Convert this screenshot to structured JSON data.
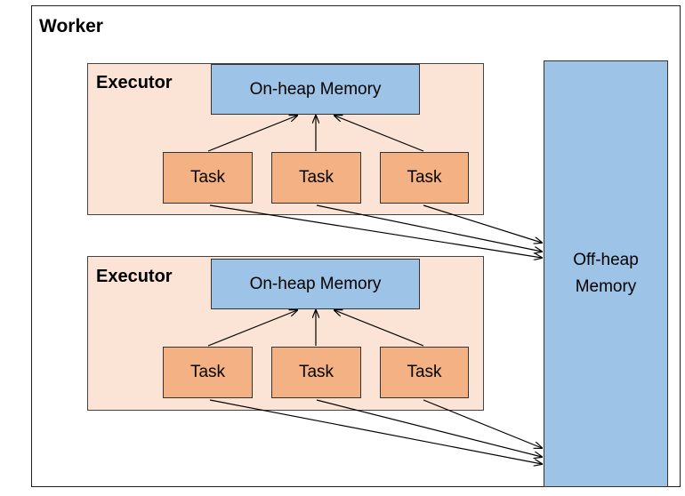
{
  "worker": {
    "label": "Worker"
  },
  "executors": [
    {
      "label": "Executor",
      "onheap_label": "On-heap Memory",
      "tasks": [
        "Task",
        "Task",
        "Task"
      ]
    },
    {
      "label": "Executor",
      "onheap_label": "On-heap Memory",
      "tasks": [
        "Task",
        "Task",
        "Task"
      ]
    }
  ],
  "offheap": {
    "line1": "Off-heap",
    "line2": "Memory"
  },
  "colors": {
    "executor_fill": "#fbe4d5",
    "memory_fill": "#9dc3e6",
    "task_fill": "#f4b183"
  }
}
